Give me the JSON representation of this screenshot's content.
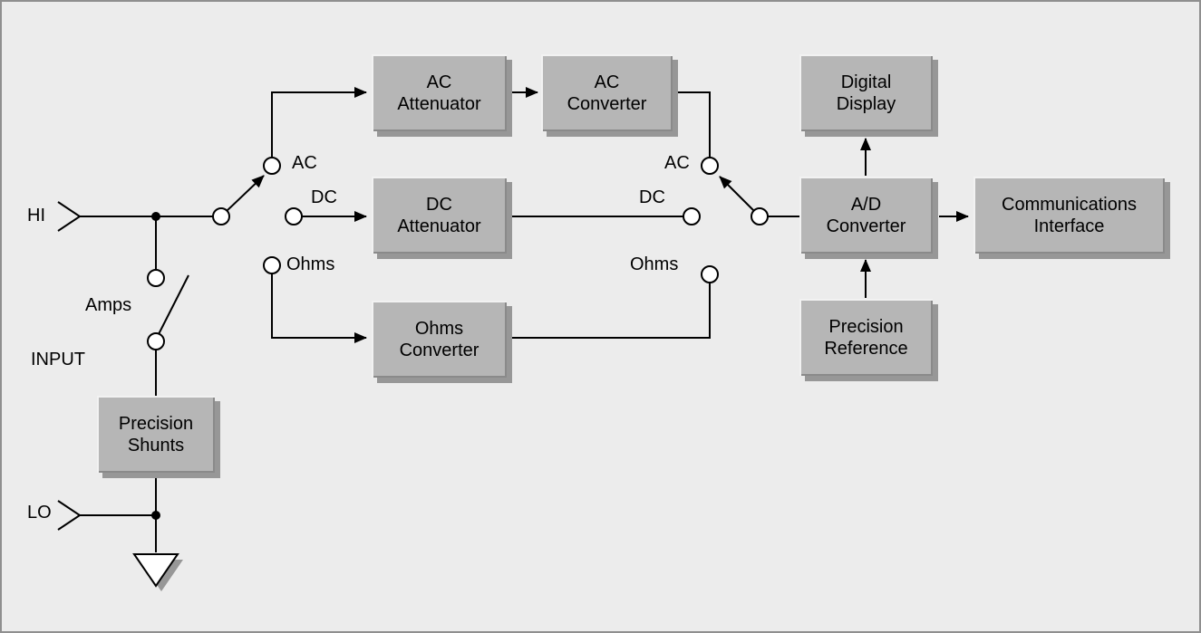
{
  "colors": {
    "background": "#ececec",
    "border": "#8f8f8f",
    "line": "#000000",
    "box_fill": "#b6b6b6",
    "box_shadow": "#979797",
    "text": "#000000"
  },
  "terminals": {
    "hi": "HI",
    "lo": "LO",
    "input": "INPUT",
    "amps": "Amps"
  },
  "selector_left": {
    "ac": "AC",
    "dc": "DC",
    "ohms": "Ohms"
  },
  "selector_right": {
    "ac": "AC",
    "dc": "DC",
    "ohms": "Ohms"
  },
  "boxes": {
    "ac_attenuator": "AC\nAttenuator",
    "ac_converter": "AC\nConverter",
    "dc_attenuator": "DC\nAttenuator",
    "ohms_converter": "Ohms\nConverter",
    "digital_display": "Digital\nDisplay",
    "ad_converter": "A/D\nConverter",
    "communications_interface": "Communications\nInterface",
    "precision_reference": "Precision\nReference",
    "precision_shunts": "Precision\nShunts"
  }
}
